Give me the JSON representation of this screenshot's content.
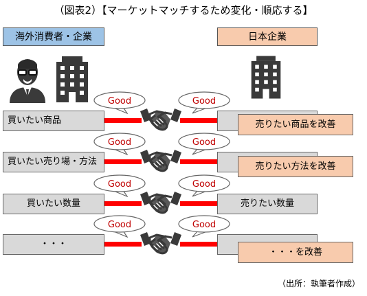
{
  "title": "（図表2）【マーケットマッチするため変化・順応する】",
  "headers": {
    "left": "海外消費者・企業",
    "right": "日本企業"
  },
  "bubble_label": "Good",
  "rows": [
    {
      "left": "買いたい商品",
      "right": "売りたい商品を改善",
      "right_style": "orange"
    },
    {
      "left": "買いたい売り場・方法",
      "right": "売りたい方法を改善",
      "right_style": "orange"
    },
    {
      "left": "買いたい数量",
      "right": "売りたい数量",
      "right_style": "gray"
    },
    {
      "left": "・・・",
      "right": "・・・を改善",
      "right_style": "orange"
    }
  ],
  "source": "（出所：執筆者作成）",
  "colors": {
    "left_header": "#9DC3E6",
    "right_header": "#F8CBAD",
    "row_box": "#D9D9D9",
    "highlight_box": "#F8CBAD",
    "connector": "#FF0000",
    "bubble_text": "#C00000"
  },
  "icons": {
    "person": "person-with-glasses-icon",
    "building": "office-building-icon",
    "handshake": "handshake-icon",
    "speech": "speech-bubble"
  }
}
